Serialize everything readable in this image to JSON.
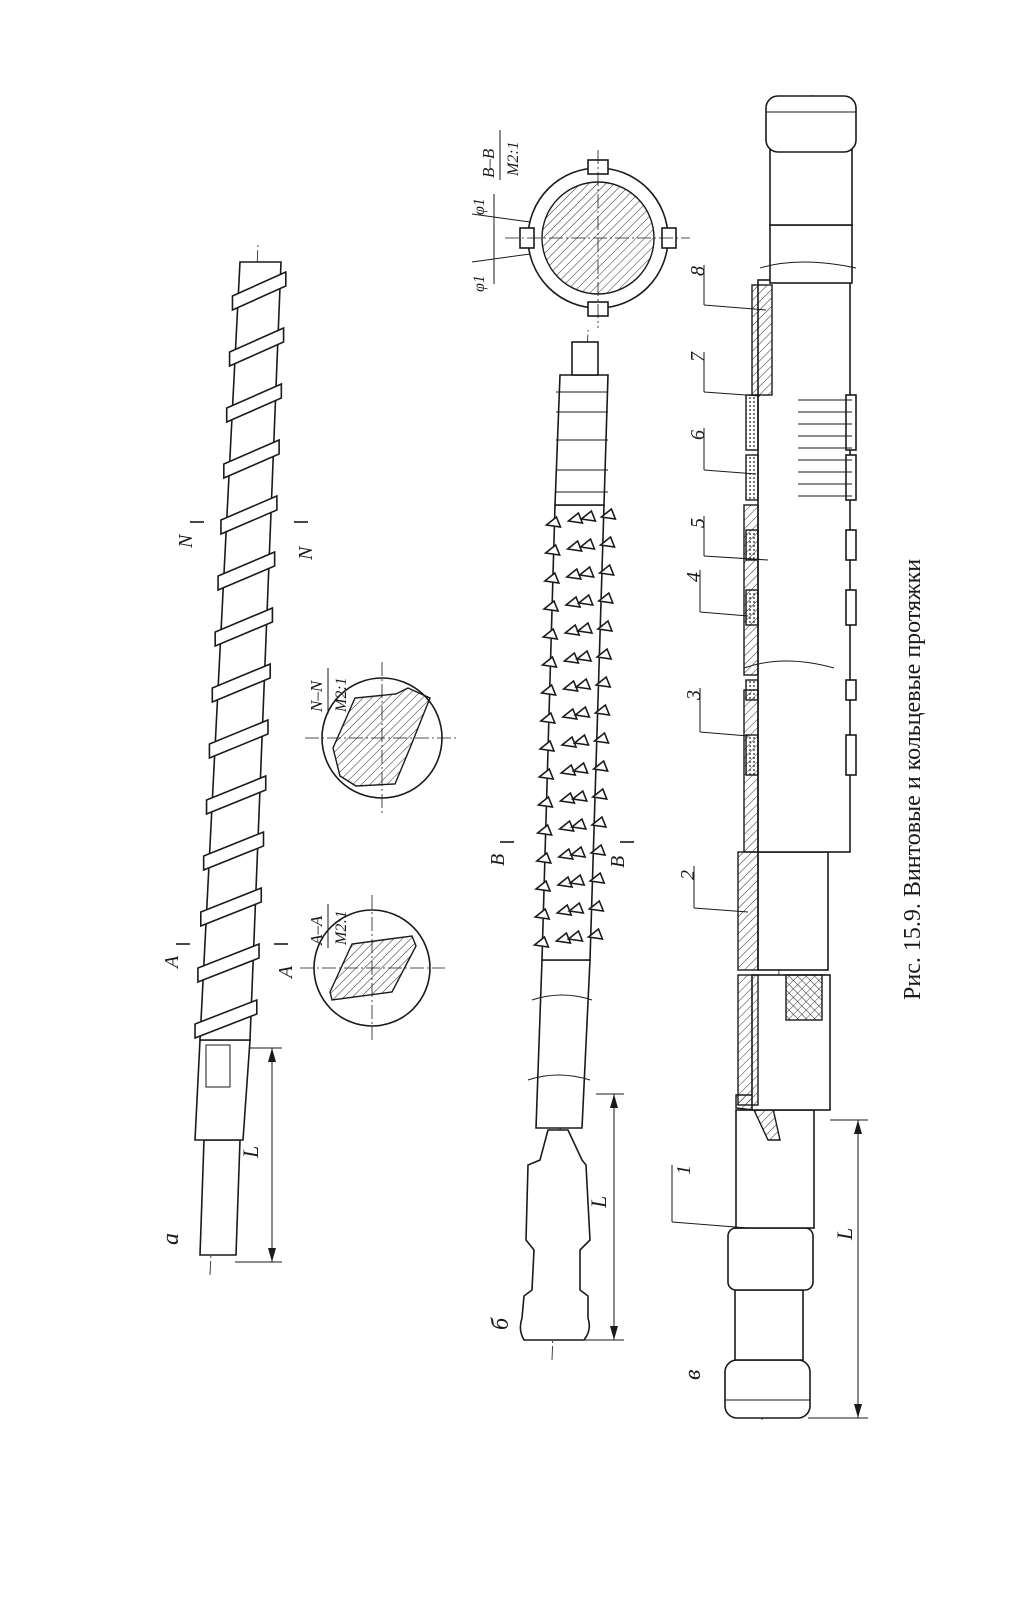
{
  "figure": {
    "caption": "Рис. 15.9. Винтовые и кольцевые протяжки",
    "variants": {
      "a": "а",
      "b": "б",
      "v": "в"
    },
    "length_label": "L",
    "sections": {
      "aa": {
        "name": "A–A",
        "scale": "M2:1",
        "cut_letter": "A"
      },
      "nn": {
        "name": "N–N",
        "scale": "M2:1",
        "cut_letter": "N"
      },
      "bb": {
        "name": "B–B",
        "scale": "M2:1",
        "cut_letter": "B"
      }
    },
    "angle_label": "φ1",
    "callouts": [
      "1",
      "2",
      "3",
      "4",
      "5",
      "6",
      "7",
      "8"
    ]
  }
}
